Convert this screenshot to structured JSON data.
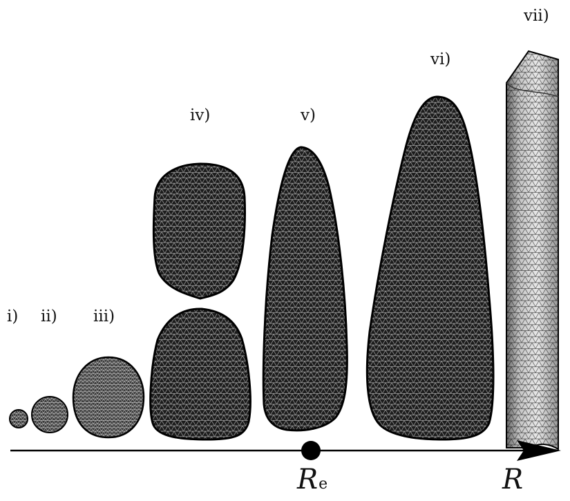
{
  "shape_labels": {
    "i": "i)",
    "ii": "ii)",
    "iii": "iii)",
    "iv": "iv)",
    "v": "v)",
    "vi": "vi)",
    "vii": "vii)"
  },
  "axis": {
    "main_symbol": "R",
    "marker_symbol": "R",
    "marker_subscript": "e"
  },
  "colors": {
    "mesh_fill": "#1c1c1c",
    "mesh_line": "#9a9a9a",
    "light_mesh_fill": "#7a7a7a",
    "axis": "#000000"
  },
  "icons": {
    "axis_arrow": "arrow-right-icon",
    "marker": "filled-circle-icon"
  }
}
